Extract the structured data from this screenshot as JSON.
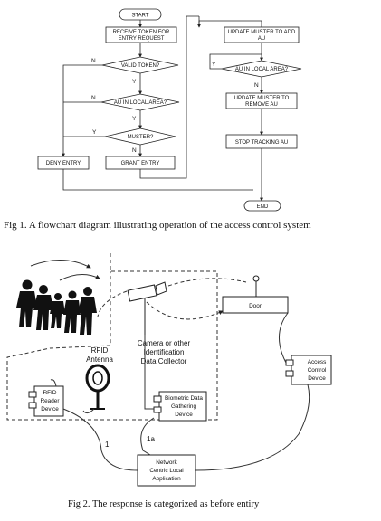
{
  "flowchart": {
    "start": "START",
    "receive_token": [
      "RECEIVE TOKEN FOR",
      "ENTRY REQUEST"
    ],
    "valid_token": "VALID TOKEN?",
    "au_in_local_area_left": "AU IN LOCAL AREA?",
    "muster": "MUSTER?",
    "deny_entry": "DENY ENTRY",
    "grant_entry": "GRANT ENTRY",
    "update_muster_add": [
      "UPDATE MUSTER TO ADD",
      "AU"
    ],
    "au_in_local_area_right": "AU IN LOCAL AREA?",
    "update_muster_remove": [
      "UPDATE MUSTER TO",
      "REMOVE AU"
    ],
    "stop_tracking": "STOP TRACKING AU",
    "end": "END",
    "yes": "Y",
    "no": "N"
  },
  "caption1": "Fig 1.  A flowchart diagram illustrating operation of the access control system",
  "figure2": {
    "door": "Door",
    "access_control": [
      "Access",
      "Control",
      "Device"
    ],
    "camera": [
      "Camera or other",
      "Identification",
      "Data Collector"
    ],
    "rfid_antenna": [
      "RFID",
      "Antenna"
    ],
    "rfid_reader": [
      "RFID",
      "Reader",
      "Device"
    ],
    "biometric": [
      "Biometric Data",
      "Gathering",
      "Device"
    ],
    "network": [
      "Network",
      "Centric Local",
      "Application"
    ],
    "label_1": "1",
    "label_1a": "1a"
  },
  "caption2": "Fig 2. The response is categorized as before entiry"
}
